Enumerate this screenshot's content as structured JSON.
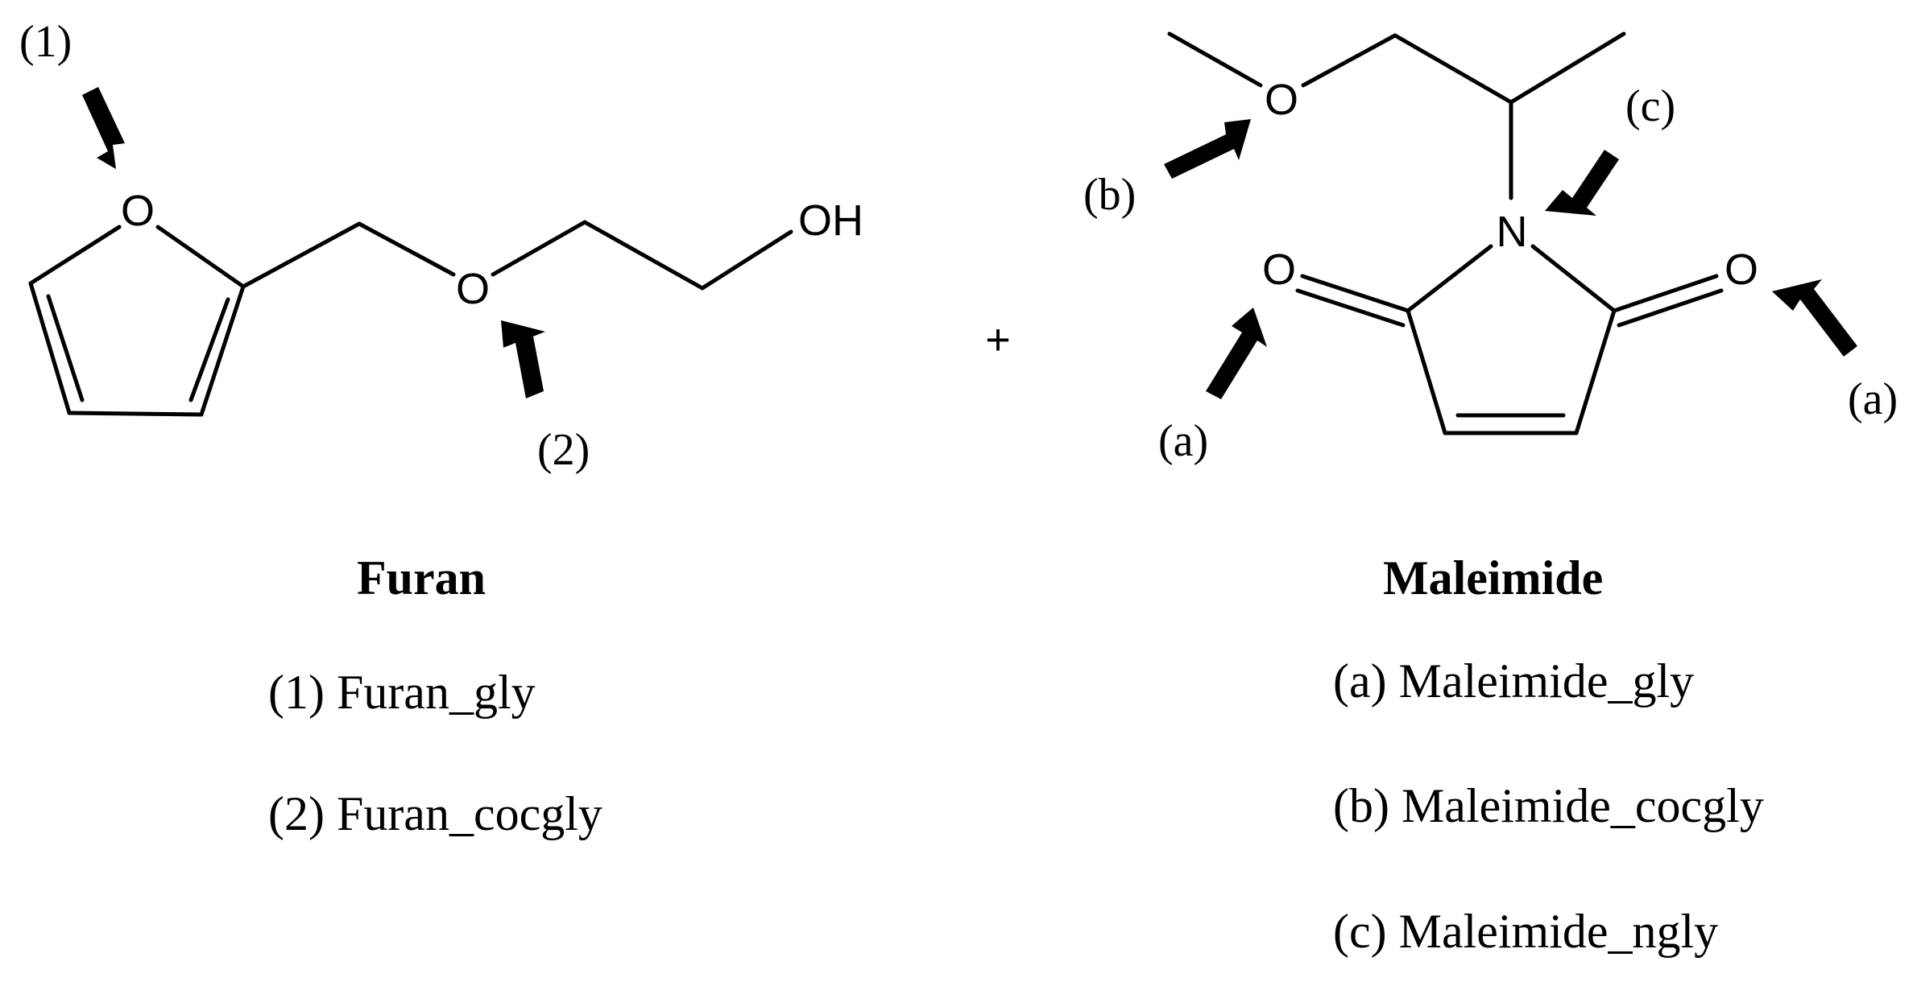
{
  "furan": {
    "atoms": {
      "ring_oxygen": "O",
      "ether_oxygen": "O",
      "hydroxyl": "OH"
    },
    "callouts": {
      "site1": "(1)",
      "site2": "(2)"
    },
    "title": "Furan",
    "legend": [
      "(1) Furan_gly",
      "(2) Furan_cocgly"
    ]
  },
  "plus": "+",
  "maleimide": {
    "atoms": {
      "ether_oxygen": "O",
      "nitrogen": "N",
      "carbonyl_left": "O",
      "carbonyl_right": "O"
    },
    "callouts": {
      "site_a_left": "(a)",
      "site_a_right": "(a)",
      "site_b": "(b)",
      "site_c": "(c)"
    },
    "title": "Maleimide",
    "legend": [
      "(a) Maleimide_gly",
      "(b) Maleimide_cocgly",
      "(c) Maleimide_ngly"
    ]
  },
  "colors": {
    "ink": "#000000",
    "background": "#ffffff"
  }
}
